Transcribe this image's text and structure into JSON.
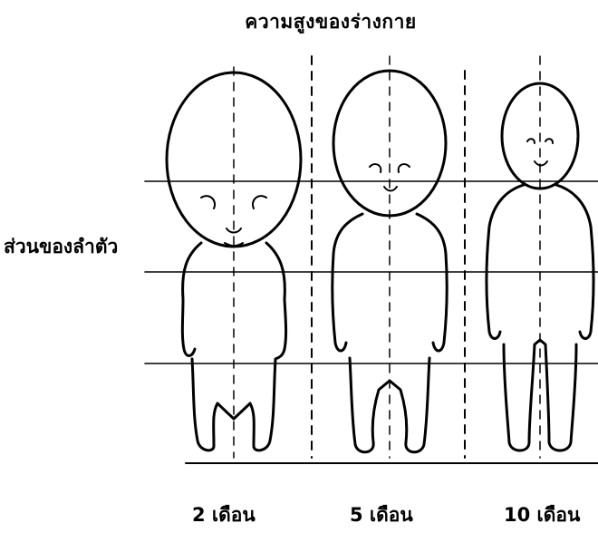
{
  "title": "ความสูงของร่างกาย",
  "side_label": "ส่วนของลำตัว",
  "figures": [
    {
      "caption": "2 เดือน"
    },
    {
      "caption": "5 เดือน"
    },
    {
      "caption": "10 เดือน"
    }
  ]
}
